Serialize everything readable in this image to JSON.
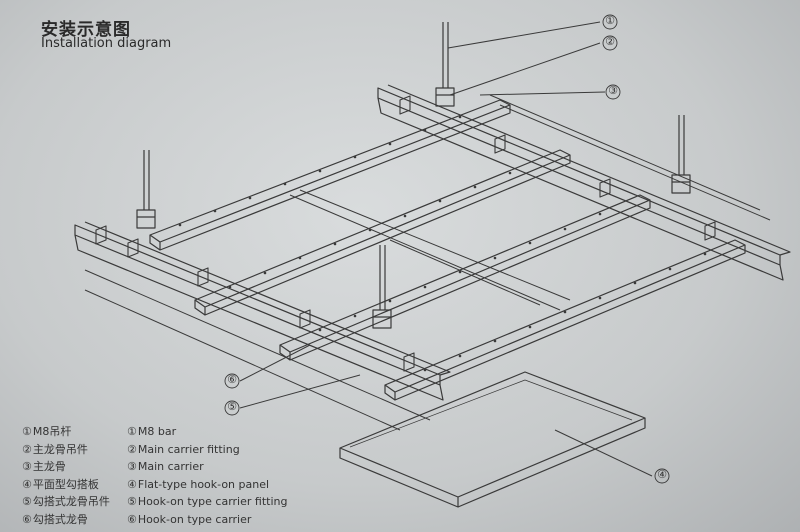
{
  "title": {
    "cn": "安装示意图",
    "en": "Installation diagram"
  },
  "callouts": [
    "①",
    "②",
    "③",
    "④",
    "⑤",
    "⑥"
  ],
  "legend": {
    "cn": [
      {
        "num": "①",
        "text": "M8吊杆"
      },
      {
        "num": "②",
        "text": "主龙骨吊件"
      },
      {
        "num": "③",
        "text": "主龙骨"
      },
      {
        "num": "④",
        "text": "平面型勾搭板"
      },
      {
        "num": "⑤",
        "text": "勾搭式龙骨吊件"
      },
      {
        "num": "⑥",
        "text": "勾搭式龙骨"
      }
    ],
    "en": [
      {
        "num": "①",
        "text": "M8 bar"
      },
      {
        "num": "②",
        "text": "Main carrier fitting"
      },
      {
        "num": "③",
        "text": "Main carrier"
      },
      {
        "num": "④",
        "text": "Flat-type hook-on panel"
      },
      {
        "num": "⑤",
        "text": "Hook-on type carrier fitting"
      },
      {
        "num": "⑥",
        "text": "Hook-on type carrier"
      }
    ]
  },
  "colors": {
    "line": "#3a3a3a",
    "paper": "#d4d7d8"
  }
}
